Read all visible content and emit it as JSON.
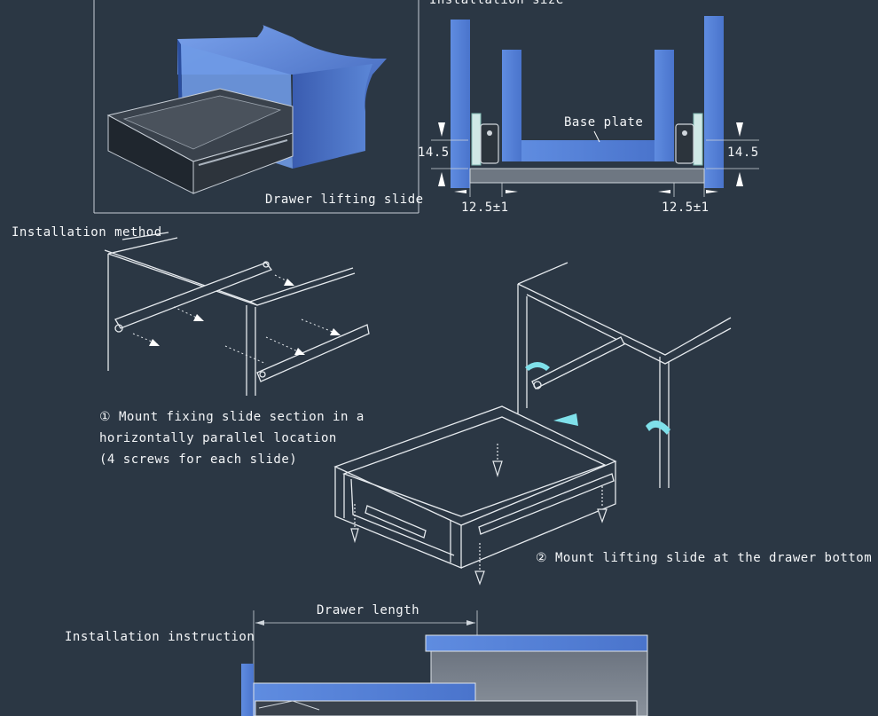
{
  "installation_size": {
    "title": "Installation size",
    "base_plate_label": "Base plate",
    "height_left": "14.5",
    "height_right": "14.5",
    "gap_left": "12.5±1",
    "gap_right": "12.5±1"
  },
  "drawer_panel": {
    "caption": "Drawer lifting slide"
  },
  "installation_method": {
    "title": "Installation method",
    "step1_line1": "① Mount fixing slide section in a",
    "step1_line2": "horizontally parallel location",
    "step1_line3": "(4 screws for each slide)",
    "step2": "② Mount lifting slide at the drawer bottom"
  },
  "installation_instruction": {
    "title": "Installation instruction",
    "drawer_length_label": "Drawer length"
  },
  "colors": {
    "background": "#2b3744",
    "accent_blue": "#5b86d6",
    "line": "#e6eaee",
    "cyan": "#7fe0ea"
  }
}
